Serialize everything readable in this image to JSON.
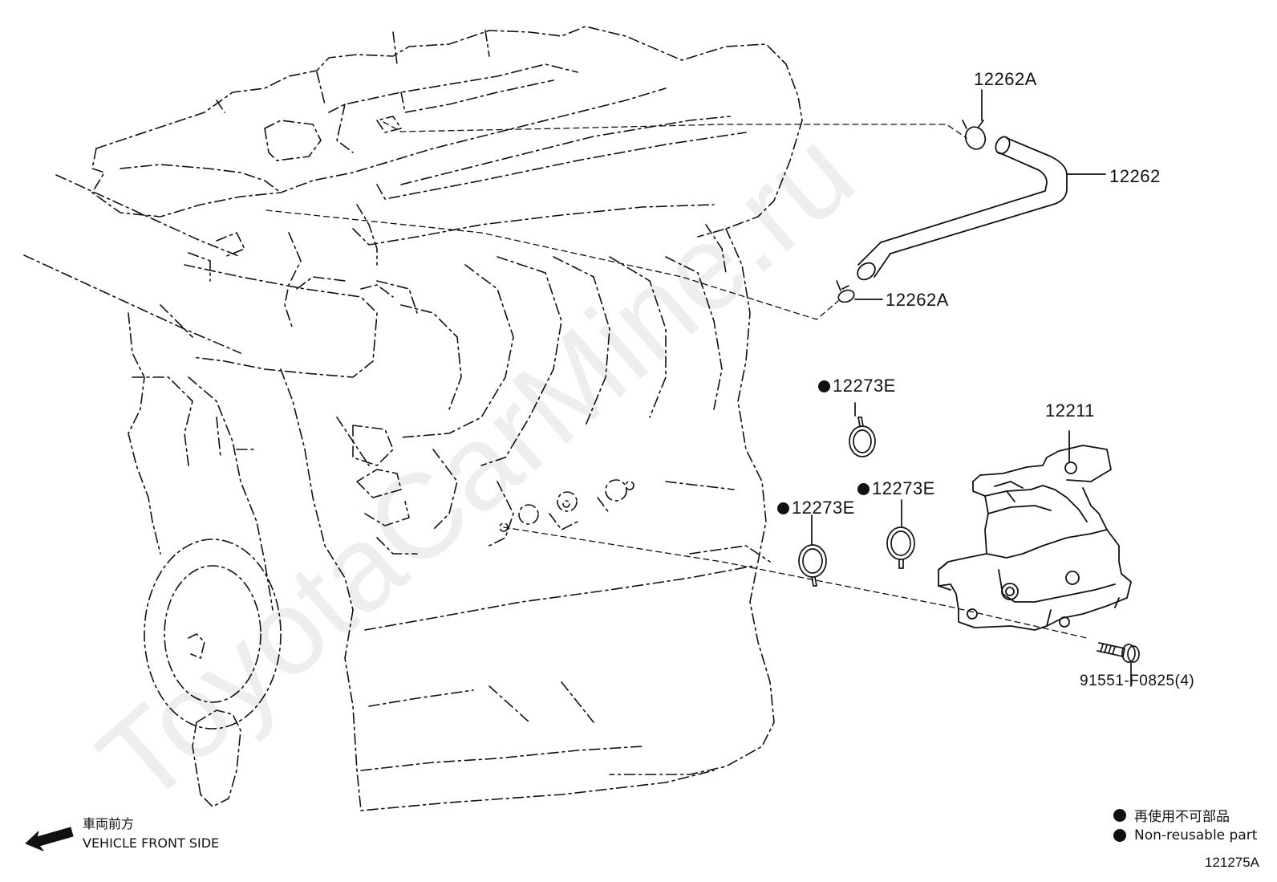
{
  "watermark": "ToyotaCarMine.ru",
  "labels": {
    "clip_top": "12262A",
    "hose": "12262",
    "clip_bottom": "12262A",
    "gasket_1": "12273E",
    "gasket_2": "12273E",
    "gasket_3": "12273E",
    "separator": "12211",
    "bolt": "91551-F0825(4)"
  },
  "non_reusable_marker": "●",
  "legend": {
    "jp": "再使用不可部品",
    "en": "Non-reusable part"
  },
  "front": {
    "jp": "車両前方",
    "en": "VEHICLE FRONT SIDE"
  },
  "illustration_code": "121275A",
  "icons": [
    "front-arrow-icon",
    "non-reusable-dot-icon"
  ]
}
